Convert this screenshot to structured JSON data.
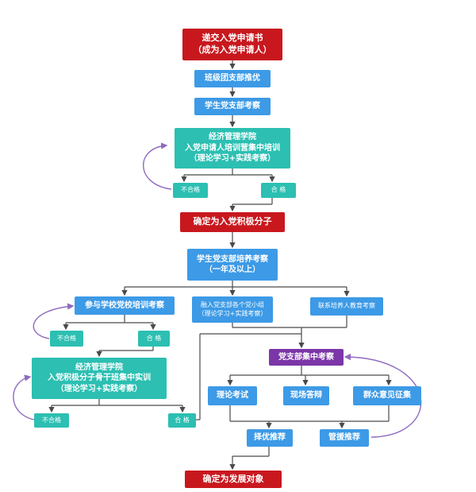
{
  "colors": {
    "red": "#c8181e",
    "blue": "#3d9ae6",
    "teal": "#2cbfb2",
    "purple": "#7b36a8",
    "line": "#4a4a4a",
    "loop": "#8e6bbf"
  },
  "nodes": {
    "submit_application": {
      "line1": "递交入党申请书",
      "line2": "（成为入党申请人）"
    },
    "class_league_recommend": "班级团支部推优",
    "student_branch_review": "学生党支部考察",
    "applicant_training": {
      "line1": "经济管理学院",
      "line2": "入党申请人培训营集中培训",
      "line3": "（理论学习+实践考察）"
    },
    "fail_1": "不合格",
    "pass_1": "合 格",
    "activist": "确定为入党积极分子",
    "branch_cultivation": {
      "line1": "学生党支部培养考察",
      "line2": "（一年及以上）"
    },
    "party_school_training": "参与学校党校培训考察",
    "join_branch_group": {
      "line1": "融入党支部各个党小组",
      "line2": "（理论学习+实践考察）"
    },
    "contact_person": "联系培养人教育考察",
    "fail_2": "不合格",
    "pass_2": "合 格",
    "activist_training": {
      "line1": "经济管理学院",
      "line2": "入党积极分子骨干班集中实训",
      "line3": "（理论学习+实践考察）"
    },
    "fail_3": "不合格",
    "pass_3": "合 格",
    "branch_concentrated_review": "党支部集中考察",
    "theory_exam": "理论考试",
    "on_site_defense": "现场答辩",
    "public_opinion": "群众意见征集",
    "merit_recommend": "择优推荐",
    "regulatory_recommend": "管援推荐",
    "development_target": "确定为发展对象"
  }
}
